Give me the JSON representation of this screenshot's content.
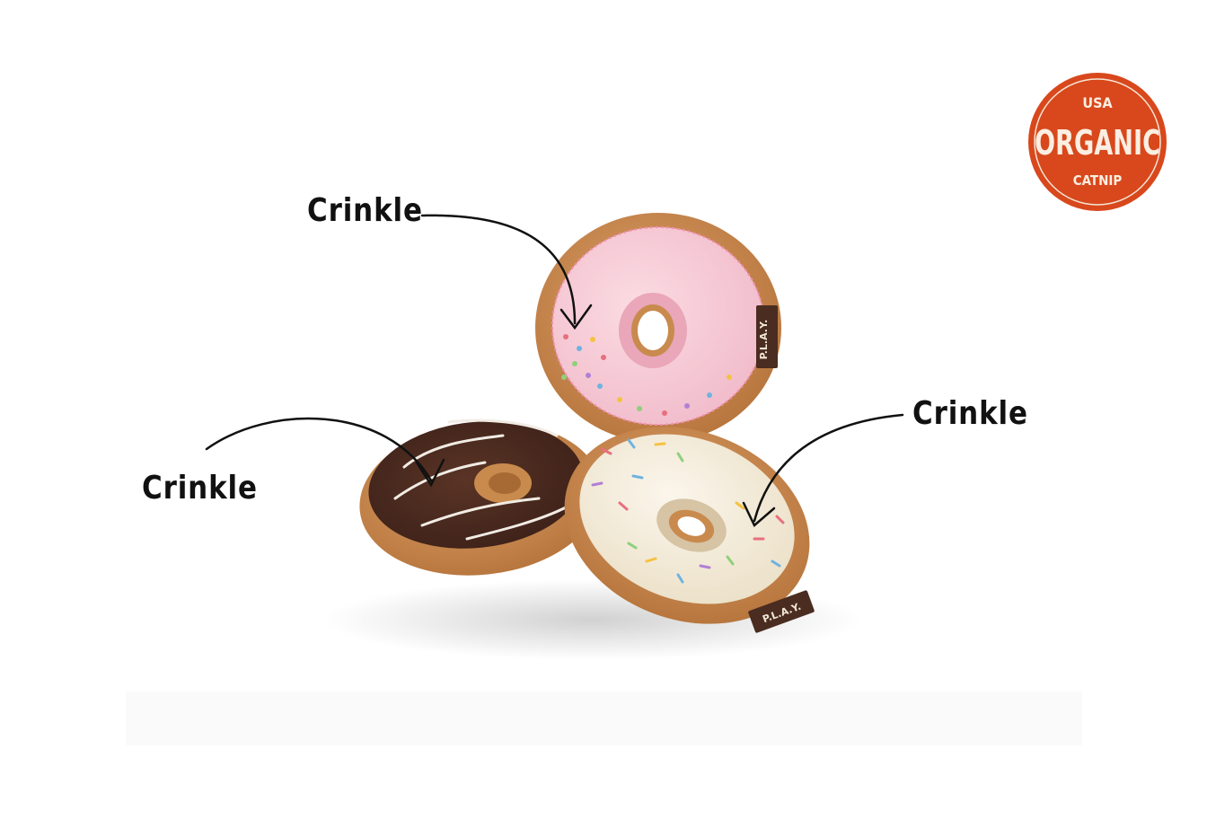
{
  "callouts": [
    {
      "label": "Crinkle",
      "points_to": "pink-donut"
    },
    {
      "label": "Crinkle",
      "points_to": "chocolate-donut"
    },
    {
      "label": "Crinkle",
      "points_to": "vanilla-donut"
    }
  ],
  "badge": {
    "top": "USA",
    "main": "ORGANIC",
    "bottom": "CATNIP",
    "color": "#d8481c"
  },
  "tag_brand": "P.L.A.Y.",
  "colors": {
    "pink_frosting": "#f6c8d2",
    "chocolate_frosting": "#4a2a20",
    "vanilla_frosting": "#f3ead8",
    "dough": "#c98a4e"
  }
}
